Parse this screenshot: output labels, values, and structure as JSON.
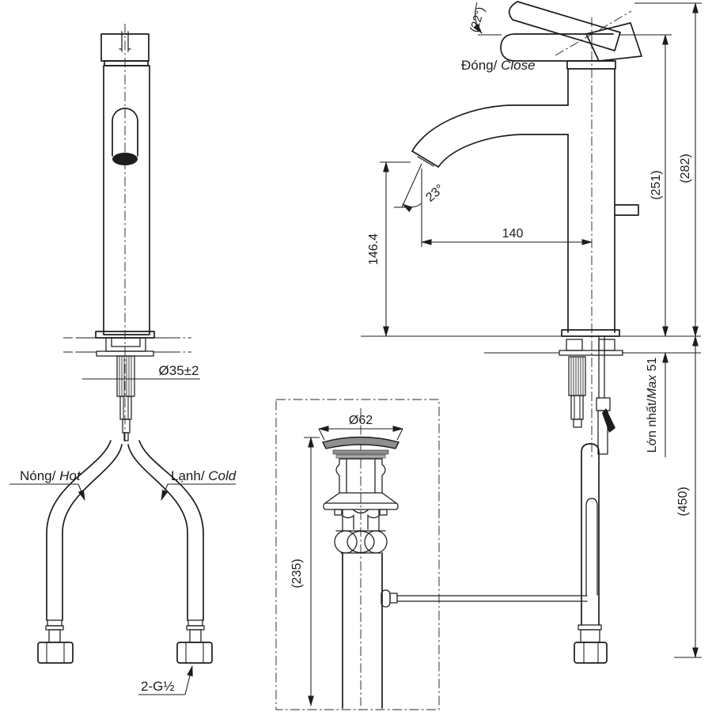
{
  "drawing": {
    "labels": {
      "close": {
        "vi": "Đóng/",
        "en": " Close"
      },
      "hot": {
        "vi": "Nóng/",
        "en": " Hot"
      },
      "cold": {
        "vi": "Lạnh/",
        "en": " Cold"
      },
      "max_deck": {
        "vi": "Lớn nhất/",
        "en": "Max",
        "value": " 51"
      }
    },
    "dimensions": {
      "handle_open_angle": "(22°)",
      "spout_angle": "23°",
      "spout_height": "146.4",
      "spout_reach": "140",
      "closed_height": "(251)",
      "open_height": "(282)",
      "hose_length": "(450)",
      "drain_cap_diameter": "Ø62",
      "drain_length": "(235)",
      "shank_diameter": "Ø35±2",
      "supply_thread": "2-G½"
    },
    "colors": {
      "line": "#1d1d1d",
      "cap_fill": "#8f8f8f",
      "background": "#ffffff"
    }
  }
}
